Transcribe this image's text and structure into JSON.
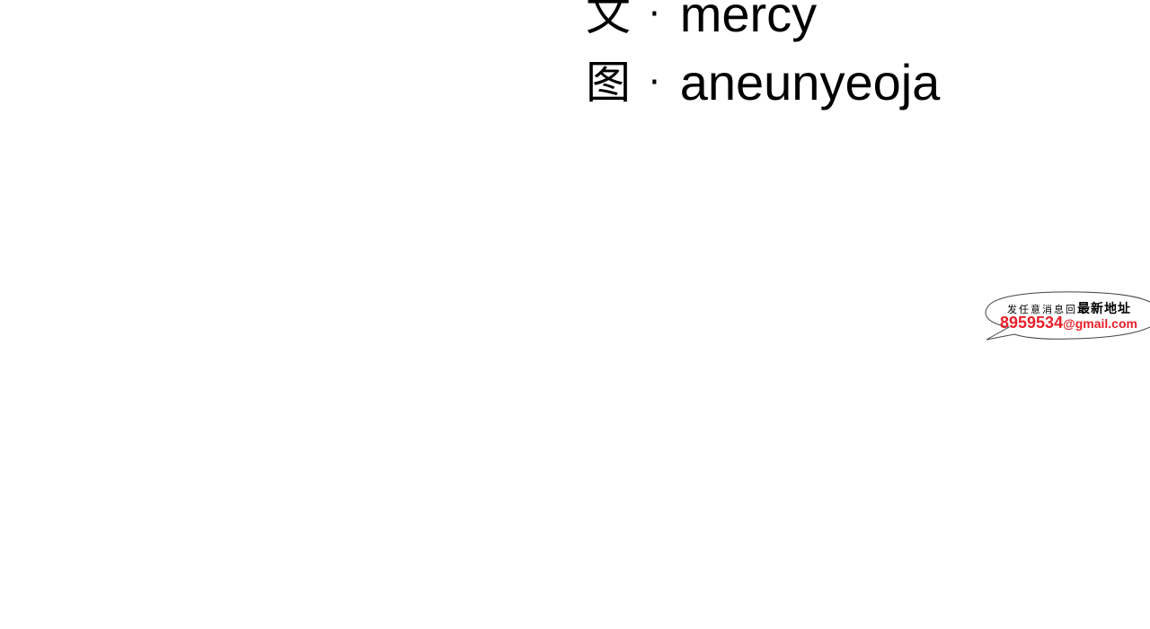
{
  "credits": {
    "writer_role": "文",
    "writer_name": "mercy",
    "artist_role": "图",
    "artist_name": "aneunyeoja",
    "separator": "·"
  },
  "bubble": {
    "line1_small": "发任意消息回",
    "line1_strong": "最新地址",
    "line2_digits": "8959534",
    "line2_mail": "@gmail.com",
    "accent_color": "#e8202a"
  }
}
